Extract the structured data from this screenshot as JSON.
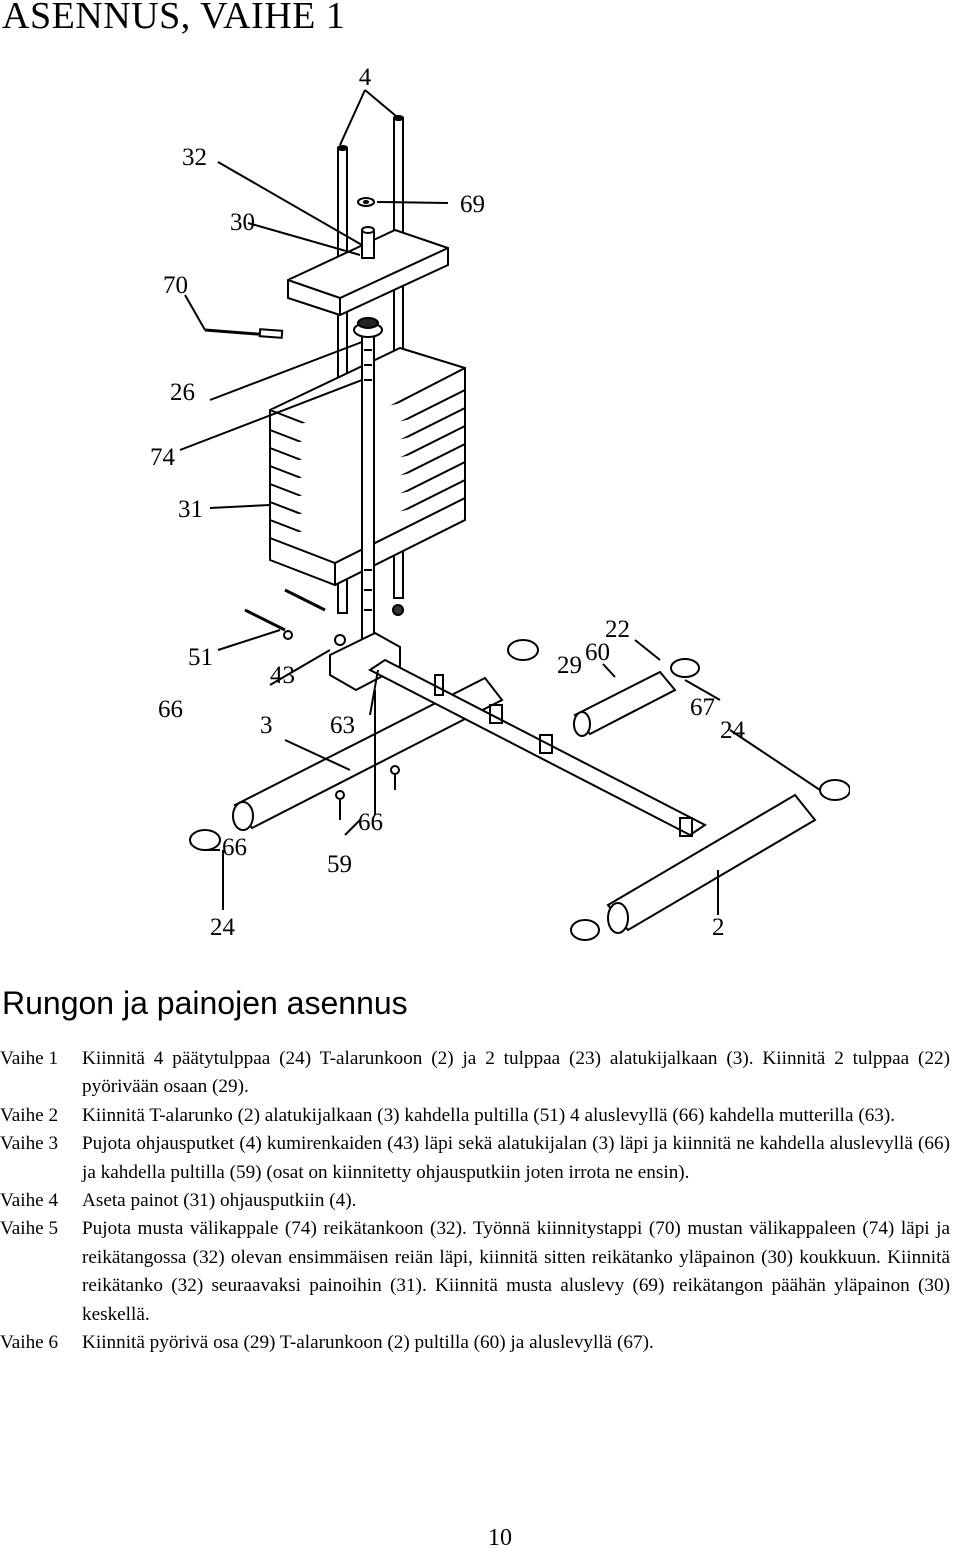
{
  "page": {
    "title": "ASENNUS, VAIHE 1",
    "section_title": "Rungon ja painojen asennus",
    "page_number": "10"
  },
  "diagram": {
    "callouts": [
      "4",
      "32",
      "69",
      "30",
      "70",
      "26",
      "74",
      "31",
      "51",
      "43",
      "66",
      "3",
      "63",
      "66",
      "59",
      "66",
      "24",
      "22",
      "29",
      "60",
      "67",
      "24",
      "2"
    ]
  },
  "steps": [
    {
      "label": "Vaihe 1",
      "text": "Kiinnitä 4 päätytulppaa (24) T-alarunkoon (2) ja 2 tulppaa (23) alatukijalkaan (3). Kiinnitä 2 tulppaa (22) pyörivään osaan (29)."
    },
    {
      "label": "Vaihe 2",
      "text": "Kiinnitä T-alarunko (2) alatukijalkaan (3) kahdella pultilla (51) 4 aluslevyllä (66) kahdella mutterilla (63)."
    },
    {
      "label": "Vaihe 3",
      "text": "Pujota ohjausputket (4) kumirenkaiden (43) läpi sekä alatukijalan (3) läpi ja kiinnitä ne kahdella aluslevyllä (66) ja kahdella pultilla (59) (osat on kiinnitetty ohjausputkiin joten irrota ne ensin)."
    },
    {
      "label": "Vaihe 4",
      "text": "Aseta painot (31) ohjausputkiin (4)."
    },
    {
      "label": "Vaihe 5",
      "text": "Pujota musta välikappale (74) reikätankoon (32). Työnnä kiinnitystappi (70) mustan välikappaleen (74) läpi ja reikätangossa (32) olevan ensimmäisen reiän läpi, kiinnitä sitten reikätanko yläpainon (30) koukkuun. Kiinnitä reikätanko (32) seuraavaksi painoihin (31). Kiinnitä musta aluslevy (69) reikätangon päähän yläpainon (30) keskellä."
    },
    {
      "label": "Vaihe 6",
      "text": "Kiinnitä pyörivä osa (29) T-alarunkoon (2) pultilla (60) ja aluslevyllä (67)."
    }
  ]
}
